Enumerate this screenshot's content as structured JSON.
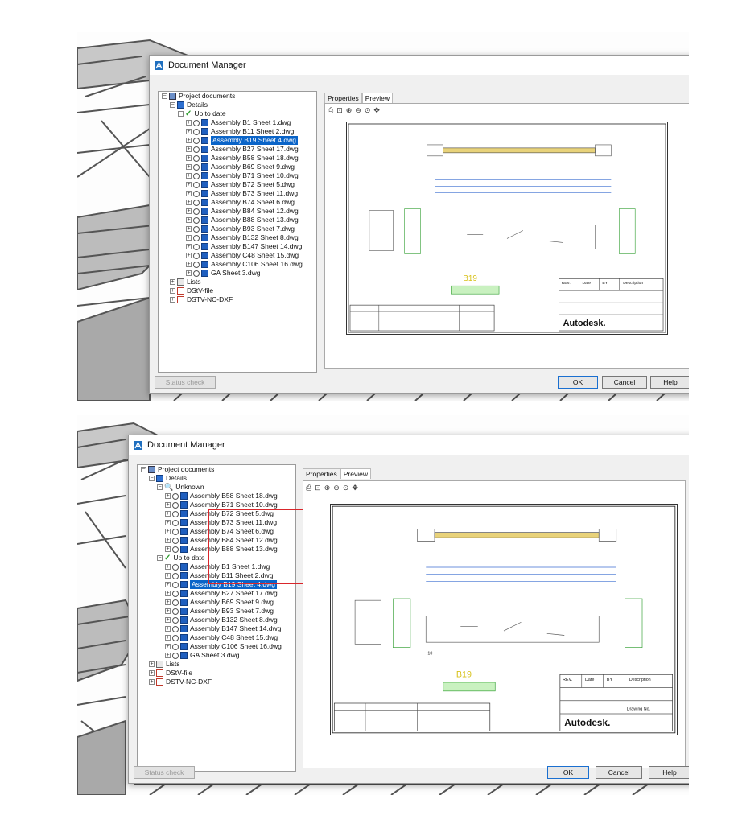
{
  "dialog_title": "Document Manager",
  "tabs": {
    "properties": "Properties",
    "preview": "Preview"
  },
  "buttons": {
    "status_check": "Status check",
    "ok": "OK",
    "cancel": "Cancel",
    "help": "Help"
  },
  "tree": {
    "root": "Project documents",
    "details": "Details",
    "unknown": "Unknown",
    "up_to_date": "Up to date",
    "lists": "Lists",
    "dstv_file": "DStV-file",
    "dstv_nc_dxf": "DSTV-NC-DXF"
  },
  "screenshot1": {
    "up_to_date_items": [
      "Assembly B1 Sheet 1.dwg",
      "Assembly B11 Sheet 2.dwg",
      "Assembly B19 Sheet 4.dwg",
      "Assembly B27 Sheet 17.dwg",
      "Assembly B58 Sheet 18.dwg",
      "Assembly B69 Sheet 9.dwg",
      "Assembly B71 Sheet 10.dwg",
      "Assembly B72 Sheet 5.dwg",
      "Assembly B73 Sheet 11.dwg",
      "Assembly B74 Sheet 6.dwg",
      "Assembly B84 Sheet 12.dwg",
      "Assembly B88 Sheet 13.dwg",
      "Assembly B93 Sheet 7.dwg",
      "Assembly B132 Sheet 8.dwg",
      "Assembly B147 Sheet 14.dwg",
      "Assembly C48 Sheet 15.dwg",
      "Assembly C106 Sheet 16.dwg",
      "GA Sheet 3.dwg"
    ],
    "selected": "Assembly B19 Sheet 4.dwg"
  },
  "screenshot2": {
    "unknown_items": [
      "Assembly B58 Sheet 18.dwg",
      "Assembly B71 Sheet 10.dwg",
      "Assembly B72 Sheet 5.dwg",
      "Assembly B73 Sheet 11.dwg",
      "Assembly B74 Sheet 6.dwg",
      "Assembly B84 Sheet 12.dwg",
      "Assembly B88 Sheet 13.dwg"
    ],
    "up_to_date_items": [
      "Assembly B1 Sheet 1.dwg",
      "Assembly B11 Sheet 2.dwg",
      "Assembly B19 Sheet 4.dwg",
      "Assembly B27 Sheet 17.dwg",
      "Assembly B69 Sheet 9.dwg",
      "Assembly B93 Sheet 7.dwg",
      "Assembly B132 Sheet 8.dwg",
      "Assembly B147 Sheet 14.dwg",
      "Assembly C48 Sheet 15.dwg",
      "Assembly C106 Sheet 16.dwg",
      "GA Sheet 3.dwg"
    ],
    "selected": "Assembly B19 Sheet 4.dwg"
  },
  "drawing": {
    "part_mark": "B19",
    "brand": "Autodesk.",
    "title_block_headers": [
      "REV.",
      "Date",
      "BY",
      "Description"
    ],
    "drawing_no_label": "Drawing No.",
    "scale_note": "10"
  },
  "colors": {
    "selection": "#0a64c8",
    "highlight_box": "#d9262b",
    "check": "#2e9d2e"
  },
  "icons": [
    "autocad-app-icon",
    "print-icon",
    "zoom-window-icon",
    "zoom-in-icon",
    "zoom-out-icon",
    "zoom-extents-icon",
    "pan-icon"
  ]
}
